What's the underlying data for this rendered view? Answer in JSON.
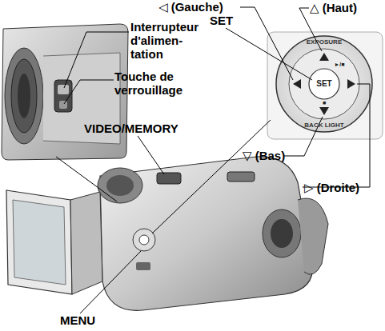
{
  "diagram": {
    "labels": [
      "◁ (Gauche)",
      "SET",
      "△ (Haut)",
      "Interrupteur d'alimen- tation",
      "Touche de verrouillage",
      "VIDEO/MEMORY",
      "▽ (Bas)",
      "▷ (Droite)",
      "MENU",
      "EXPOSURE",
      "BACK LIGHT",
      "SET",
      "►/■",
      "■"
    ]
  }
}
